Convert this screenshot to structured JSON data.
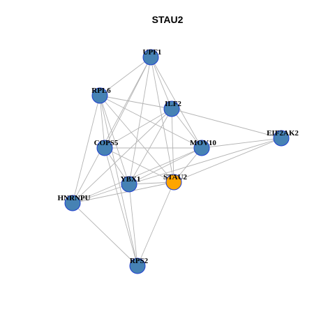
{
  "title": "STAU2",
  "colors": {
    "node_default": "#4682b4",
    "node_focus": "#ffa500",
    "node_border": "#1f3fcf",
    "edge": "#b3b3b3"
  },
  "nodes": [
    {
      "id": "UPF1",
      "label": "UPF1",
      "focus": false
    },
    {
      "id": "RPL6",
      "label": "RPL6",
      "focus": false
    },
    {
      "id": "ILF2",
      "label": "ILF2",
      "focus": false
    },
    {
      "id": "EIF2AK2",
      "label": "EIF2AK2",
      "focus": false
    },
    {
      "id": "COPS5",
      "label": "COPS5",
      "focus": false
    },
    {
      "id": "MOV10",
      "label": "MOV10",
      "focus": false
    },
    {
      "id": "YBX1",
      "label": "YBX1",
      "focus": false
    },
    {
      "id": "STAU2",
      "label": "STAU2",
      "focus": true
    },
    {
      "id": "HNRNPU",
      "label": "HNRNPU",
      "focus": false
    },
    {
      "id": "RPS2",
      "label": "RPS2",
      "focus": false
    }
  ],
  "edges": [
    [
      "UPF1",
      "RPL6"
    ],
    [
      "UPF1",
      "ILF2"
    ],
    [
      "UPF1",
      "COPS5"
    ],
    [
      "UPF1",
      "MOV10"
    ],
    [
      "UPF1",
      "YBX1"
    ],
    [
      "UPF1",
      "STAU2"
    ],
    [
      "UPF1",
      "HNRNPU"
    ],
    [
      "RPL6",
      "ILF2"
    ],
    [
      "RPL6",
      "COPS5"
    ],
    [
      "RPL6",
      "MOV10"
    ],
    [
      "RPL6",
      "YBX1"
    ],
    [
      "RPL6",
      "STAU2"
    ],
    [
      "RPL6",
      "HNRNPU"
    ],
    [
      "RPL6",
      "RPS2"
    ],
    [
      "ILF2",
      "EIF2AK2"
    ],
    [
      "ILF2",
      "COPS5"
    ],
    [
      "ILF2",
      "MOV10"
    ],
    [
      "ILF2",
      "YBX1"
    ],
    [
      "ILF2",
      "STAU2"
    ],
    [
      "ILF2",
      "HNRNPU"
    ],
    [
      "EIF2AK2",
      "MOV10"
    ],
    [
      "EIF2AK2",
      "STAU2"
    ],
    [
      "EIF2AK2",
      "YBX1"
    ],
    [
      "COPS5",
      "MOV10"
    ],
    [
      "COPS5",
      "YBX1"
    ],
    [
      "COPS5",
      "STAU2"
    ],
    [
      "COPS5",
      "RPS2"
    ],
    [
      "MOV10",
      "YBX1"
    ],
    [
      "MOV10",
      "STAU2"
    ],
    [
      "MOV10",
      "HNRNPU"
    ],
    [
      "YBX1",
      "STAU2"
    ],
    [
      "YBX1",
      "HNRNPU"
    ],
    [
      "YBX1",
      "RPS2"
    ],
    [
      "STAU2",
      "HNRNPU"
    ],
    [
      "STAU2",
      "RPS2"
    ],
    [
      "HNRNPU",
      "RPS2"
    ]
  ]
}
